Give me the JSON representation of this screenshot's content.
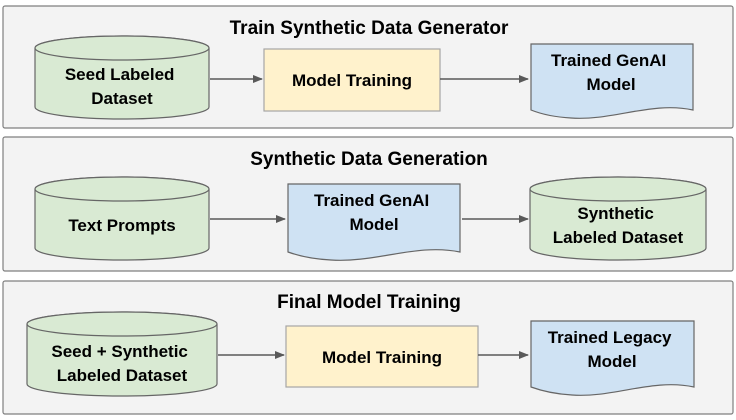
{
  "colors": {
    "panel_fill": "#f3f3f3",
    "panel_stroke": "#7f7f7f",
    "dataset_fill": "#d9ead3",
    "dataset_stroke": "#666666",
    "process_fill": "#fff2cc",
    "process_stroke": "#a6a6a6",
    "model_fill": "#cfe2f3",
    "model_stroke": "#666666",
    "arrow": "#595959"
  },
  "panels": [
    {
      "title": "Train Synthetic Data Generator",
      "nodes": [
        {
          "type": "dataset",
          "lines": [
            "Seed Labeled",
            "Dataset"
          ],
          "icon": "database-cylinder-icon"
        },
        {
          "type": "process",
          "lines": [
            "Model Training"
          ]
        },
        {
          "type": "model",
          "lines": [
            "Trained GenAI",
            "Model"
          ],
          "icon": "document-icon"
        }
      ]
    },
    {
      "title": "Synthetic Data Generation",
      "nodes": [
        {
          "type": "dataset",
          "lines": [
            "Text Prompts"
          ],
          "icon": "database-cylinder-icon"
        },
        {
          "type": "model",
          "lines": [
            "Trained GenAI",
            "Model"
          ],
          "icon": "document-icon"
        },
        {
          "type": "dataset",
          "lines": [
            "Synthetic",
            "Labeled Dataset"
          ],
          "icon": "database-cylinder-icon"
        }
      ]
    },
    {
      "title": "Final Model Training",
      "nodes": [
        {
          "type": "dataset",
          "lines": [
            "Seed + Synthetic",
            "Labeled Dataset"
          ],
          "icon": "database-cylinder-icon"
        },
        {
          "type": "process",
          "lines": [
            "Model Training"
          ]
        },
        {
          "type": "model",
          "lines": [
            "Trained Legacy",
            "Model"
          ],
          "icon": "document-icon"
        }
      ]
    }
  ]
}
